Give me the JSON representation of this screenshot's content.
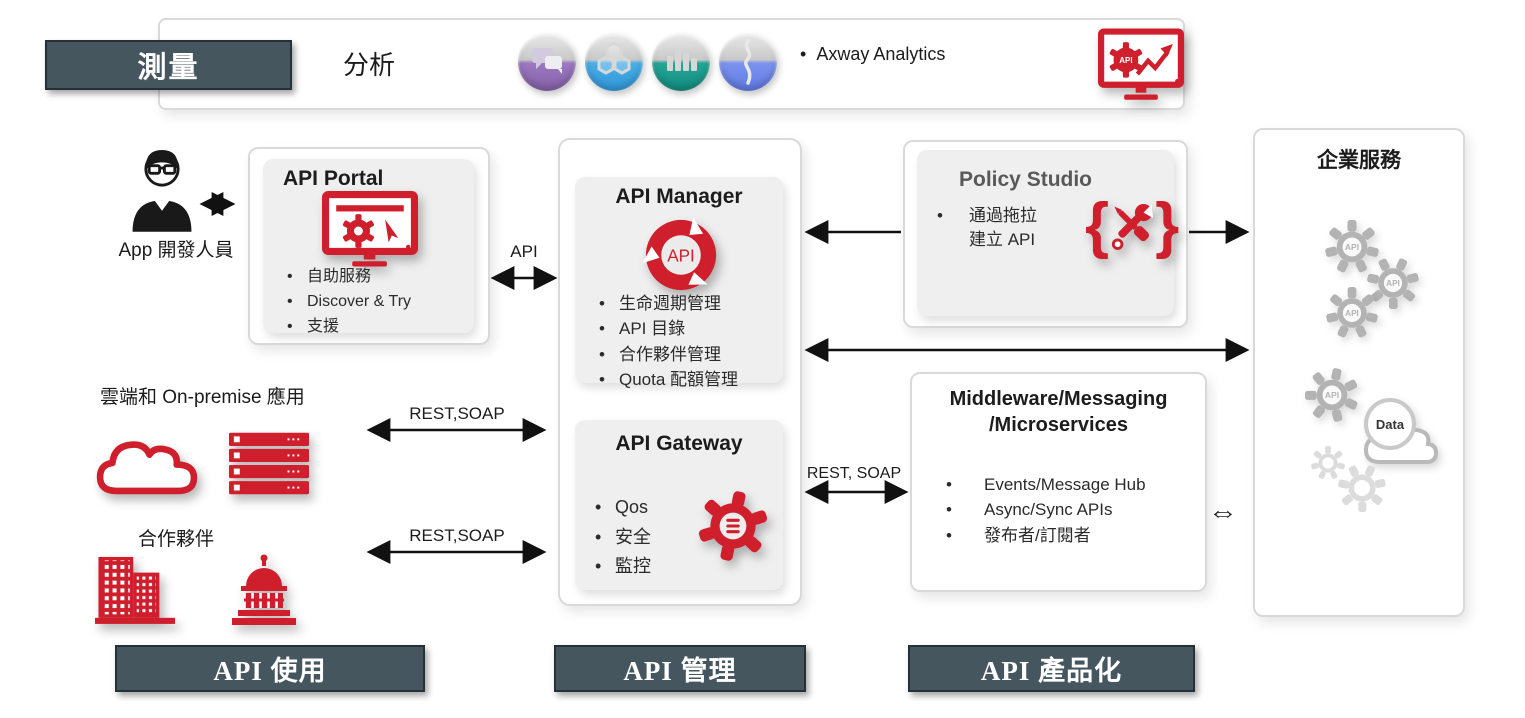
{
  "top_bar": {
    "measure_label": "測量",
    "analysis_label": "分析",
    "analytics_bullet": "Axway Analytics"
  },
  "left": {
    "developer_label": "App 開發人員",
    "cloud_onprem_label": "雲端和 On-premise 應用",
    "partner_label": "合作夥伴"
  },
  "api_portal": {
    "title": "API Portal",
    "bullets": [
      "自助服務",
      "Discover & Try",
      "支援"
    ]
  },
  "api_manager": {
    "title": "API Manager",
    "icon_text": "API",
    "bullets": [
      "生命週期管理",
      "API 目錄",
      "合作夥伴管理",
      "Quota 配額管理"
    ]
  },
  "api_gateway": {
    "title": "API Gateway",
    "bullets": [
      "Qos",
      "安全",
      "監控"
    ]
  },
  "policy_studio": {
    "title": "Policy Studio",
    "bullets": [
      "通過拖拉",
      "建立 API"
    ]
  },
  "middleware": {
    "title_line1": "Middleware/Messaging",
    "title_line2": "/Microservices",
    "bullets": [
      "Events/Message Hub",
      "Async/Sync APIs",
      "發布者/訂閱者"
    ]
  },
  "enterprise": {
    "title": "企業服務",
    "gear_label": "API",
    "data_label": "Data"
  },
  "arrows": {
    "api_label": "API",
    "rest_soap_left_top": "REST,SOAP",
    "rest_soap_left_bottom": "REST,SOAP",
    "rest_soap_right": "REST, SOAP",
    "mini_double_arrow": "⇔"
  },
  "bottom": {
    "consume_label": "API 使用",
    "manage_label": "API 管理",
    "productize_label": "API 產品化"
  },
  "icons": {
    "analytics_suite": [
      "chat-icon",
      "molecule-icon",
      "bar-chart-icon",
      "pulse-icon"
    ],
    "api_analytics": "api-monitor-trend-icon",
    "portal": "portal-monitor-icon",
    "manager": "api-lifecycle-icon",
    "gateway": "gateway-gear-icon",
    "policy": "braces-tools-icon",
    "enterprise": [
      "api-gear-icon",
      "data-cloud-icon",
      "gear-icon"
    ],
    "left_side": [
      "developer-icon",
      "cloud-icon",
      "server-icon",
      "buildings-icon",
      "capitol-icon"
    ]
  },
  "colors": {
    "accent_red": "#cf1f2d",
    "slate": "#46565e",
    "gear_gray": "#b3b3b3"
  }
}
